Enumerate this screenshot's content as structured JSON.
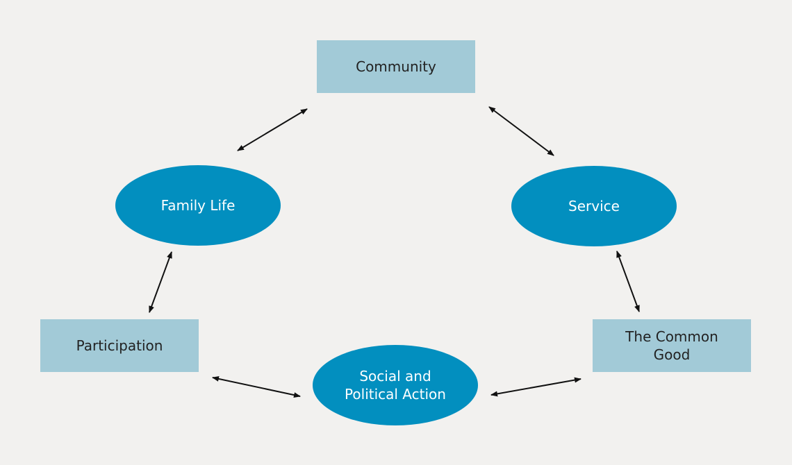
{
  "colors": {
    "background": "#f2f1ef",
    "rect_fill": "#a2cad7",
    "ellipse_fill": "#028fbf",
    "arrow": "#111111"
  },
  "nodes": {
    "community": {
      "label": "Community",
      "shape": "rectangle"
    },
    "family_life": {
      "label": "Family Life",
      "shape": "ellipse"
    },
    "service": {
      "label": "Service",
      "shape": "ellipse"
    },
    "participation": {
      "label": "Participation",
      "shape": "rectangle"
    },
    "common_good": {
      "label": "The Common\nGood",
      "shape": "rectangle"
    },
    "social_political": {
      "label": "Social and\nPolitical Action",
      "shape": "ellipse"
    }
  },
  "edges": [
    {
      "from": "community",
      "to": "family_life",
      "direction": "both"
    },
    {
      "from": "community",
      "to": "service",
      "direction": "both"
    },
    {
      "from": "family_life",
      "to": "participation",
      "direction": "both"
    },
    {
      "from": "service",
      "to": "common_good",
      "direction": "both"
    },
    {
      "from": "participation",
      "to": "social_political",
      "direction": "both"
    },
    {
      "from": "social_political",
      "to": "common_good",
      "direction": "both"
    }
  ]
}
